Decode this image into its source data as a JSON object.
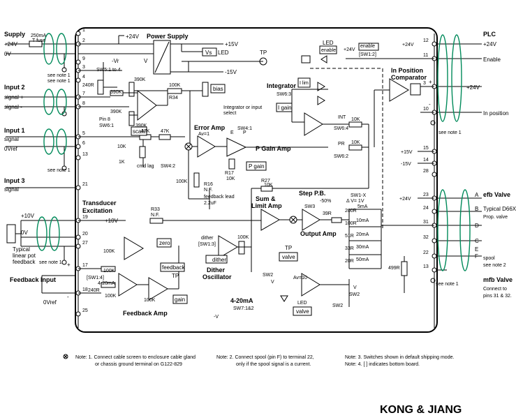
{
  "brand": "KONG & JIANG",
  "left_terminals": [
    "1",
    "2",
    "9",
    "3",
    "4",
    "7",
    "8",
    "5",
    "6",
    "13",
    "21",
    "19",
    "20",
    "27",
    "17",
    "18",
    "25"
  ],
  "right_terminals": [
    "12",
    "11",
    "3",
    "10",
    "15",
    "14",
    "28",
    "23",
    "24",
    "31",
    "32",
    "22",
    "13"
  ],
  "labels": {
    "supply": "Supply",
    "plus24v": "+24V",
    "zerov": "0V",
    "fuse1": "250mA",
    "fuse2": "T fuse",
    "input2": "Input 2",
    "see_note1": "see note 1",
    "signal_plus": "signal +",
    "signal_minus": "signal -",
    "input1": "Input 1",
    "signal": "signal",
    "zerovref": "0Vref",
    "input3": "Input 3",
    "transducer": "Transducer",
    "excitation": "Excitation",
    "plus10v": "+10V",
    "typical": "Typical",
    "linear_pot": "linear pot",
    "feedback_lc": "feedback",
    "feedback_input": "Feedback Input",
    "power_supply": "Power Supply",
    "plus15v": "+15V",
    "minus15v": "-15V",
    "vs": "Vs",
    "led": "LED",
    "tp": "TP",
    "minus_vr": "-Vr",
    "v": "V",
    "sw5": "SW5:1 to 4",
    "r240": "240R",
    "r390k": "390K",
    "r100k": "100K",
    "r34": "R34",
    "bias": "bias",
    "pin8": "Pin 8",
    "sw6_1": "SW6:1",
    "scale": "scale",
    "error_amp": "Error Amp",
    "av1": "Av=1",
    "integ_select1": "Integrator or input",
    "integ_select2": "select",
    "e": "E",
    "p": "P",
    "sw4_1": "SW4:1",
    "integrator": "Integrator",
    "sw6_3": "SW6:3",
    "i_lim": "I lim",
    "i_gain": "I gain",
    "int": "INT",
    "sw6_4": "SW6:4",
    "r10k": "10K",
    "p_gain_amp": "P Gain Amp",
    "pr": "PR",
    "sw6_2": "SW6:2",
    "r47k": "47K",
    "r1k": "1K",
    "cmd_lag": "cmd lag",
    "sw4_2": "SW4:2",
    "r17": "R17",
    "p_gain": "P gain",
    "r16": "R16",
    "nf": "N.F.",
    "feedback_lead": "feedback lead",
    "cap22": "2.2uF",
    "r27": "R27",
    "sum_limit1": "Sum &",
    "sum_limit2": "Limit Amp",
    "step_pb": "Step P.B.",
    "minus50": "-50%",
    "sw3": "SW3",
    "r39": "39R",
    "sw1x": "SW1-X",
    "dv1v": "Δ V= 1V",
    "r200": "200R",
    "ma5": "5mA",
    "r100": "100R",
    "ma10": "10mA",
    "r51": "51R",
    "ma20": "20mA",
    "r33": "33R",
    "ma30": "30mA",
    "r20": "20R",
    "ma50": "50mA",
    "output_amp": "Output Amp",
    "r33_lbl": "R33",
    "zero": "zero",
    "dither": "dither",
    "sw1_3": "[SW1:3]",
    "dither_btn": "dither",
    "dither_osc1": "Dither",
    "dither_osc2": "Oscillator",
    "sw1_4": "[SW1:4]",
    "ma420": "4-20mA",
    "feedback_box": "feedback",
    "gain": "gain",
    "feedback_amp": "Feedback Amp",
    "ma420_big": "4-20mA",
    "sw7": "SW7:1&2",
    "minusv": "-V",
    "sw2": "SW2",
    "valve": "valve",
    "av10": "Av=10",
    "r499": "499R",
    "plc": "PLC",
    "enable": "Enable",
    "in_position": "In position",
    "in_pos_comp1": "In Position",
    "in_pos_comp2": "Comparator",
    "enable_box": "enable",
    "sw1_2": "[SW1:2]",
    "led_box": "enable",
    "efb_valve": "efb Valve",
    "typical_d66x": "Typical D66X",
    "prop_valve": "Prop. valve",
    "pin_a": "A",
    "pin_b": "B",
    "pin_c": "C",
    "pin_d": "D",
    "pin_e": "E",
    "pin_f": "F",
    "spool": "spool",
    "see_note2": "see note 2",
    "mfb_valve": "mfb Valve",
    "connect_to": "Connect to",
    "pins": "pins 31 & 32.",
    "plus": "+",
    "minus": "-"
  },
  "notes": {
    "n1a": "Note:  1. Connect cable screen to enclosure cable gland",
    "n1b": "or chassis ground terminal on G122-829",
    "n2a": "Note:  2. Connect spool (pin F) to terminal 22,",
    "n2b": "only if the spool signal is a current.",
    "n3": "Note:  3. Switches shown in default shipping mode.",
    "n4": "Note:  4. [     ] indicates bottom board."
  }
}
